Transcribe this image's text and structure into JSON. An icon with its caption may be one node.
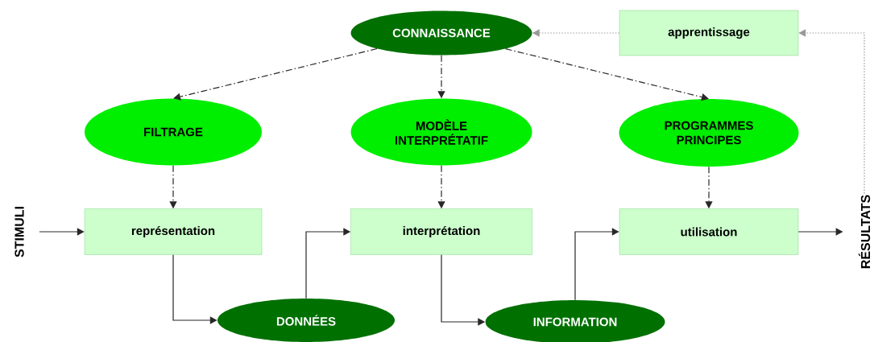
{
  "diagram": {
    "nodes": [
      {
        "text": [
          "CONNAISSANCE"
        ]
      },
      {
        "text": [
          "apprentissage"
        ]
      },
      {
        "text": [
          "FILTRAGE"
        ]
      },
      {
        "text": [
          "MODÈLE INTERPRÉTATIF"
        ]
      },
      {
        "text": [
          "PROGRAMMES PRINCIPES"
        ]
      },
      {
        "text": [
          "représentation"
        ]
      },
      {
        "text": [
          "interprétation"
        ]
      },
      {
        "text": [
          "utilisation"
        ]
      },
      {
        "text": [
          "DONNÉES"
        ]
      },
      {
        "text": [
          "INFORMATION"
        ]
      },
      {
        "text": [
          "STIMULI"
        ]
      },
      {
        "text": [
          "RÉSULTATS"
        ]
      }
    ],
    "edges": [
      {
        "from": 10,
        "to": 5,
        "arrow": "to"
      },
      {
        "from": 5,
        "to": 8,
        "arrow": "to"
      },
      {
        "from": 8,
        "to": 6,
        "arrow": "to"
      },
      {
        "from": 6,
        "to": 9,
        "arrow": "to"
      },
      {
        "from": 9,
        "to": 7,
        "arrow": "to"
      },
      {
        "from": 7,
        "to": 11,
        "arrow": "to"
      },
      {
        "from": 11,
        "to": 1,
        "arrow": "to",
        "style": "dashed",
        "color": "#999999"
      },
      {
        "from": 1,
        "to": 0,
        "arrow": "to",
        "style": "dashed",
        "color": "#999999"
      },
      {
        "from": 0,
        "to": 2,
        "arrow": "to",
        "style": "dashed"
      },
      {
        "from": 0,
        "to": 3,
        "arrow": "to",
        "style": "dashed"
      },
      {
        "from": 0,
        "to": 4,
        "arrow": "to",
        "style": "dashed"
      },
      {
        "from": 2,
        "to": 5,
        "arrow": "to",
        "style": "dashed"
      },
      {
        "from": 3,
        "to": 6,
        "arrow": "to",
        "style": "dashed"
      },
      {
        "from": 4,
        "to": 7,
        "arrow": "to",
        "style": "dashed"
      }
    ]
  }
}
